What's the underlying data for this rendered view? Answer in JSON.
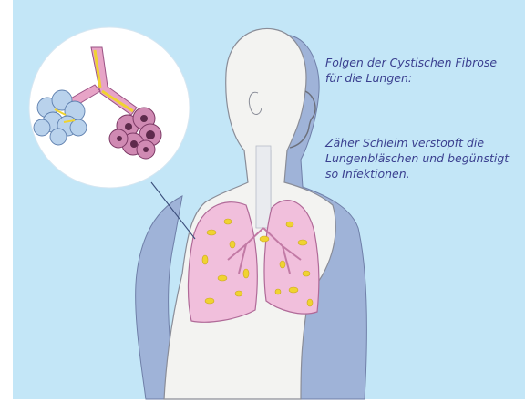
{
  "captions": {
    "title": "Folgen der Cystischen Fibrose\nfür die Lungen:",
    "body": "Zäher Schleim verstopft die\nLungenbläschen und begünstigt\nso Infektionen."
  },
  "colors": {
    "background": "#c3e6f7",
    "skin_light": "#f3f3f1",
    "skin_shadow": "#9fb3d8",
    "lung": "#f1bfdc",
    "mucus": "#f0d331",
    "caption_text": "#3a3f8f"
  },
  "icons": [
    "lung-illustration",
    "alveoli-zoom-illustration"
  ]
}
